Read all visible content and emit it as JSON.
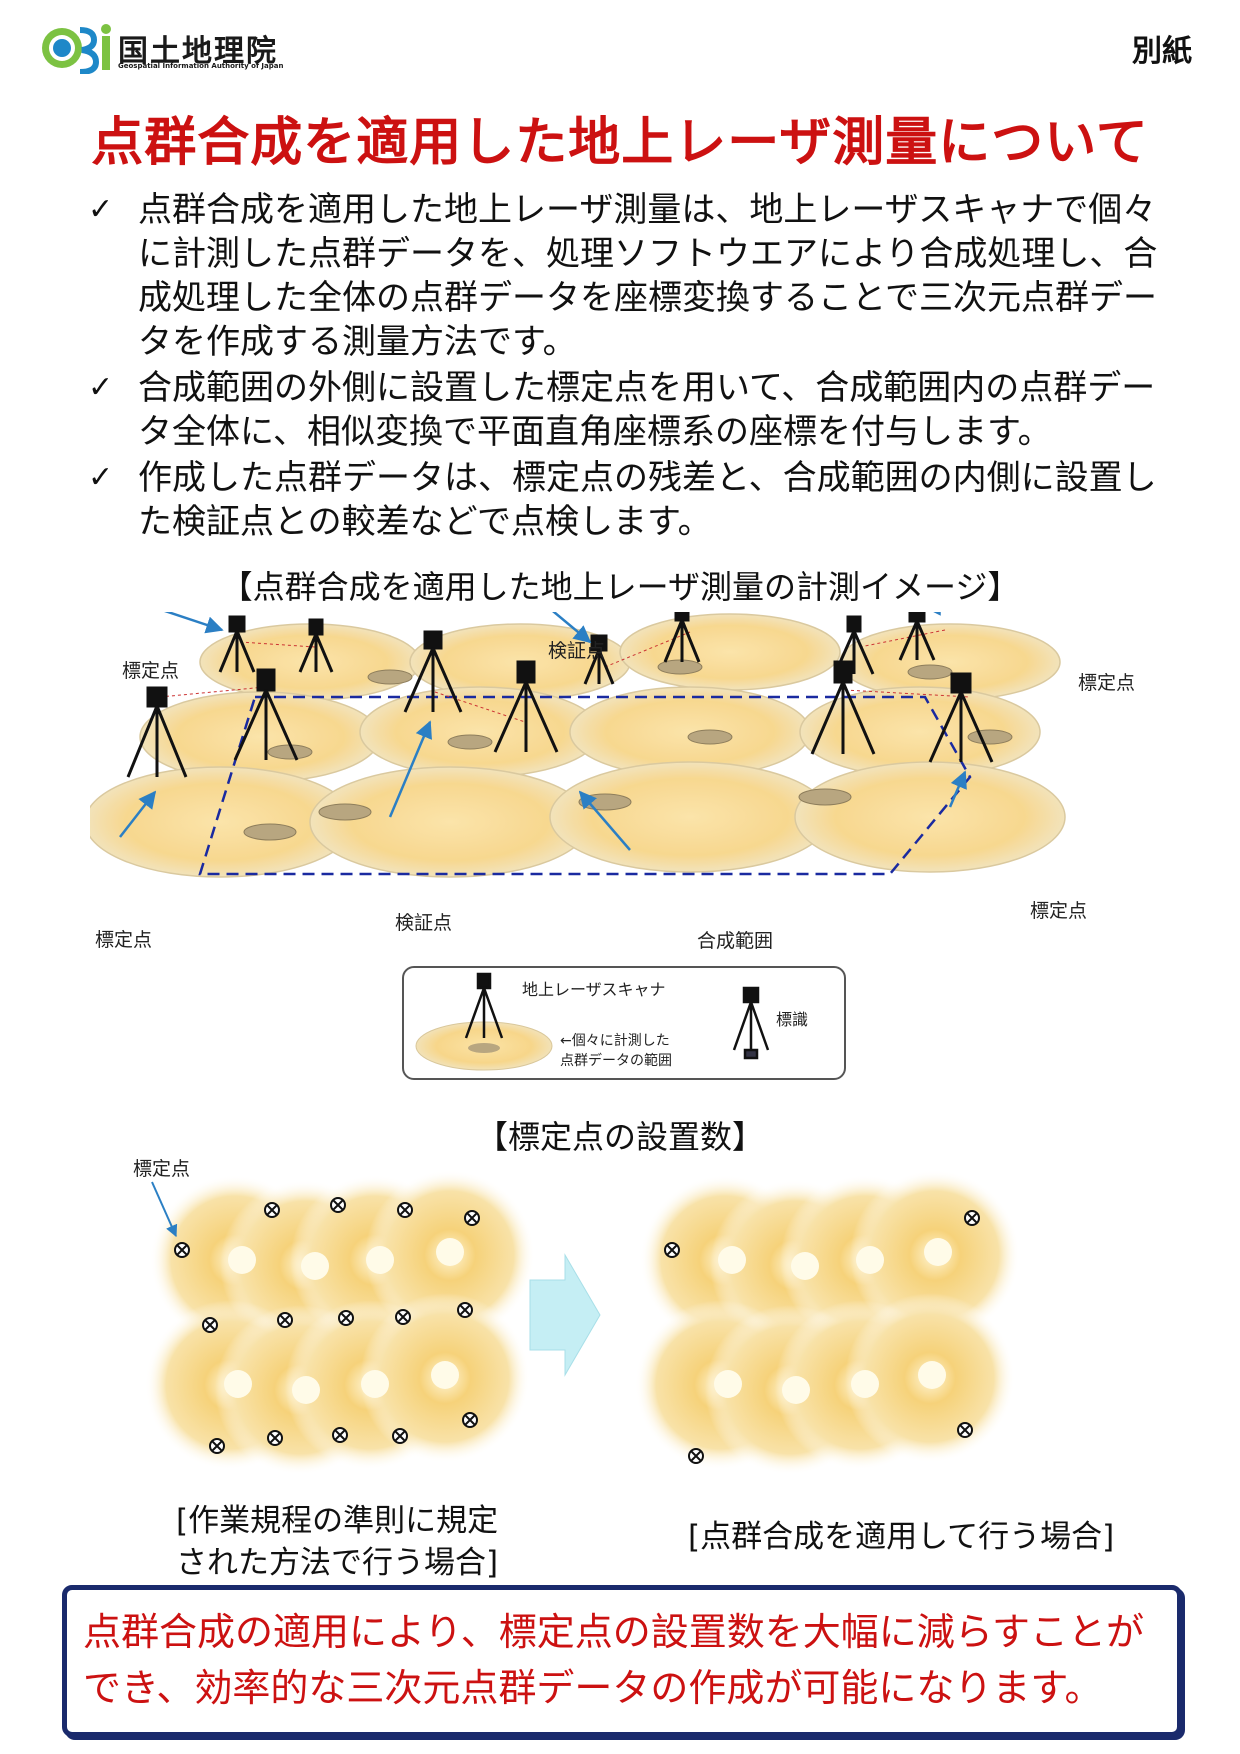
{
  "header": {
    "org_name": "国土地理院",
    "org_english": "Geospatial Information Authority of Japan",
    "attachment_label": "別紙"
  },
  "title": "点群合成を適用した地上レーザ測量について",
  "bullets": [
    "点群合成を適用した地上レーザ測量は、地上レーザスキャナで個々に計測した点群データを、処理ソフトウエアにより合成処理し、合成処理した全体の点群データを座標変換することで三次元点群データを作成する測量方法です。",
    "合成範囲の外側に設置した標定点を用いて、合成範囲内の点群データ全体に、相似変換で平面直角座標系の座標を付与します。",
    "作成した点群データは、標定点の残差と、合成範囲の内側に設置した検証点との較差などで点検します。"
  ],
  "figure1": {
    "caption": "【点群合成を適用した地上レーザ測量の計測イメージ】",
    "labels": {
      "control_point": "標定点",
      "check_point": "検証点",
      "composite_range": "合成範囲"
    },
    "legend": {
      "scanner": "地上レーザスキャナ",
      "target": "標識",
      "range_arrow": "←個々に計測した",
      "range_text": "点群データの範囲"
    }
  },
  "figure2": {
    "caption": "【標定点の設置数】",
    "label_control_point": "標定点",
    "left_caption_line1": "[作業規程の準則に規定",
    "left_caption_line2": "された方法で行う場合]",
    "right_caption": "[点群合成を適用して行う場合]"
  },
  "summary": "点群合成の適用により、標定点の設置数を大幅に減らすことができ、効率的な三次元点群データの作成が可能になります。",
  "colors": {
    "title_red": "#cc1111",
    "summary_border": "#1a2a6c",
    "range_dash": "#1a2aa0",
    "arrow_blue": "#2b7fc4"
  }
}
